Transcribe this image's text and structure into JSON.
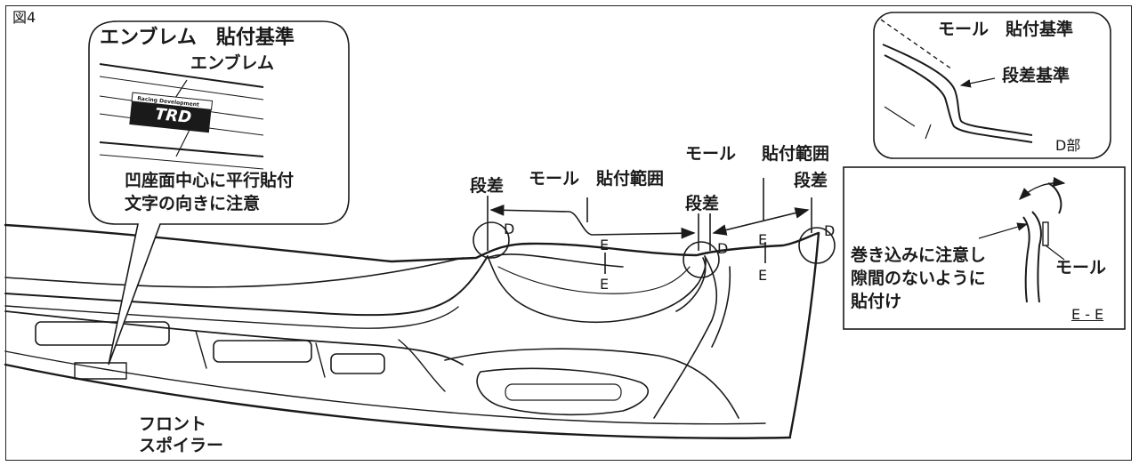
{
  "figure": {
    "label": "図4"
  },
  "callout_emblem": {
    "title": "エンブレム　貼付基準",
    "emblem_label": "エンブレム",
    "note_line1": "凹座面中心に平行貼付",
    "note_line2": "文字の向きに注意",
    "logo_small_text": "Racing Development",
    "logo_text": "TRD"
  },
  "main_labels": {
    "step_left": "段差",
    "mold_range_left": "モール　貼付範囲",
    "mold_right": "モール",
    "range_right": "貼付範囲",
    "step_mid": "段差",
    "step_right": "段差",
    "d_left": "D",
    "d_mid": "D",
    "d_right": "D",
    "e_left_top": "E",
    "e_left_bottom": "E",
    "e_right_top": "E",
    "e_right_bottom": "E",
    "front_spoiler_line1": "フロント",
    "front_spoiler_line2": "スポイラー"
  },
  "detail_d": {
    "title": "モール　貼付基準",
    "reference": "段差基準",
    "caption": "D部"
  },
  "section_e": {
    "note_line1": "巻き込みに注意し",
    "note_line2": "隙間のないように",
    "note_line3": "貼付け",
    "mold_label": "モール",
    "caption": "E - E"
  }
}
